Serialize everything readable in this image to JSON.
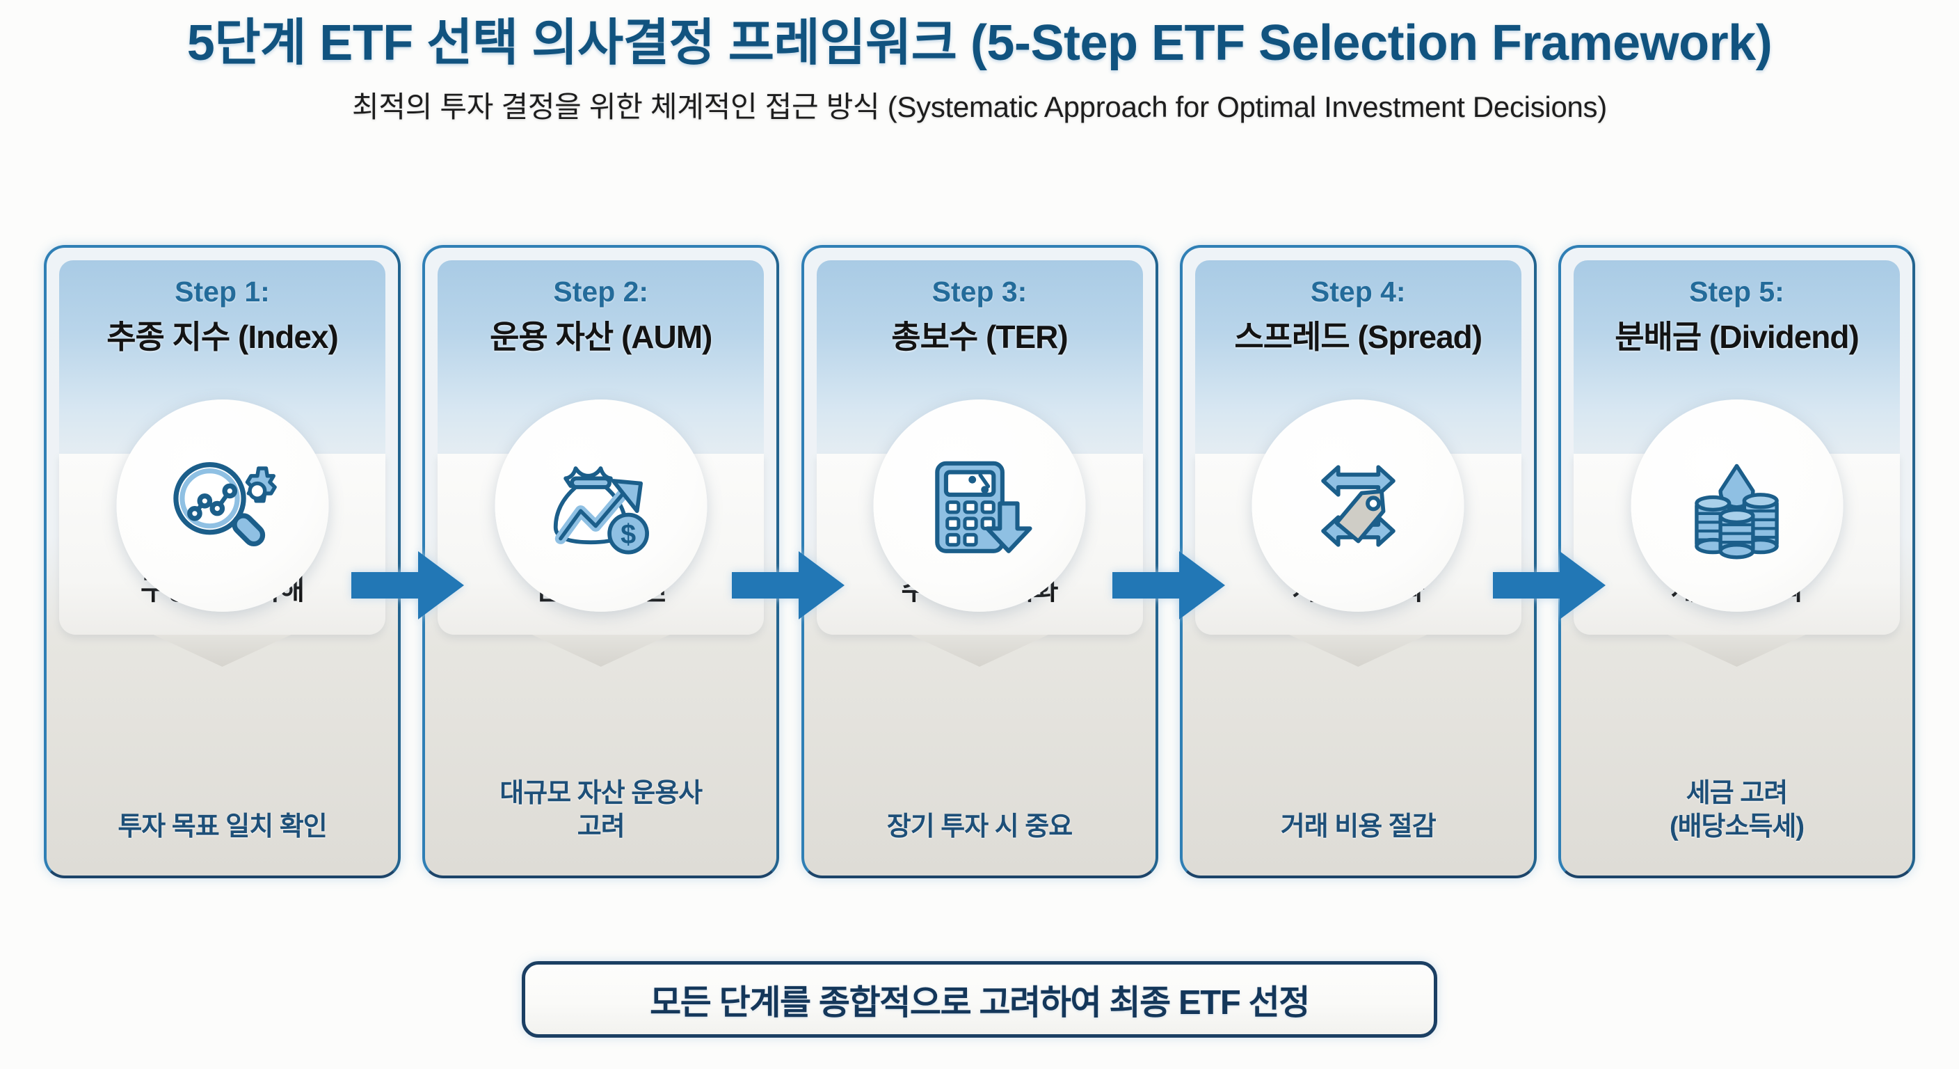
{
  "header": {
    "title": "5단계 ETF 선택 의사결정 프레임워크 (5-Step ETF Selection Framework)",
    "subtitle": "최적의 투자 결정을 위한 체계적인 접근 방식 (Systematic Approach for Optimal Investment Decisions)"
  },
  "colors": {
    "title_blue": "#11537f",
    "step_label_blue": "#236b9a",
    "card_border": "#2f7fb5",
    "card_border_bottom": "#1c4469",
    "arrow_blue": "#2277b5",
    "icon_fill": "#8fc0e3",
    "icon_stroke": "#1b5e8a",
    "foot_text_blue": "#1d4f78",
    "banner_border": "#1b3f63",
    "banner_text": "#14375a",
    "background": "#fbfbfa"
  },
  "steps": [
    {
      "label": "Step 1:",
      "title": "추종 지수 (Index)",
      "icon": "magnifier-chart-gear-icon",
      "description": "지수 대표성 및\n구성 종목 이해",
      "footnote": "투자 목표 일치 확인"
    },
    {
      "label": "Step 2:",
      "title": "운용 자산 (AUM)",
      "icon": "money-bag-growth-arrow-dollar-icon",
      "description": "충분한 유동성,\n안정성 확인",
      "footnote": "대규모 자산 운용사\n고려"
    },
    {
      "label": "Step 3:",
      "title": "총보수 (TER)",
      "icon": "calculator-percent-down-arrow-icon",
      "description": "낮은 비용으로\n수익률 극대화",
      "footnote": "장기 투자 시 중요"
    },
    {
      "label": "Step 4:",
      "title": "스프레드 (Spread)",
      "icon": "double-arrows-price-tag-icon",
      "description": "매수/매도 호가\n차이 최소화",
      "footnote": "거래 비용 절감"
    },
    {
      "label": "Step 5:",
      "title": "분배금 (Dividend)",
      "icon": "coin-stacks-droplet-icon",
      "description": "주기적 수익 및\n재투자 기회",
      "footnote": "세금 고려\n(배당소득세)"
    }
  ],
  "connectors": [
    {
      "name": "arrow-1-to-2",
      "icon": "arrow-right-icon"
    },
    {
      "name": "arrow-2-to-3",
      "icon": "arrow-right-icon"
    },
    {
      "name": "arrow-3-to-4",
      "icon": "arrow-right-icon"
    },
    {
      "name": "arrow-4-to-5",
      "icon": "arrow-right-icon"
    }
  ],
  "banner": {
    "text": "모든 단계를 종합적으로 고려하여 최종 ETF 선정"
  }
}
